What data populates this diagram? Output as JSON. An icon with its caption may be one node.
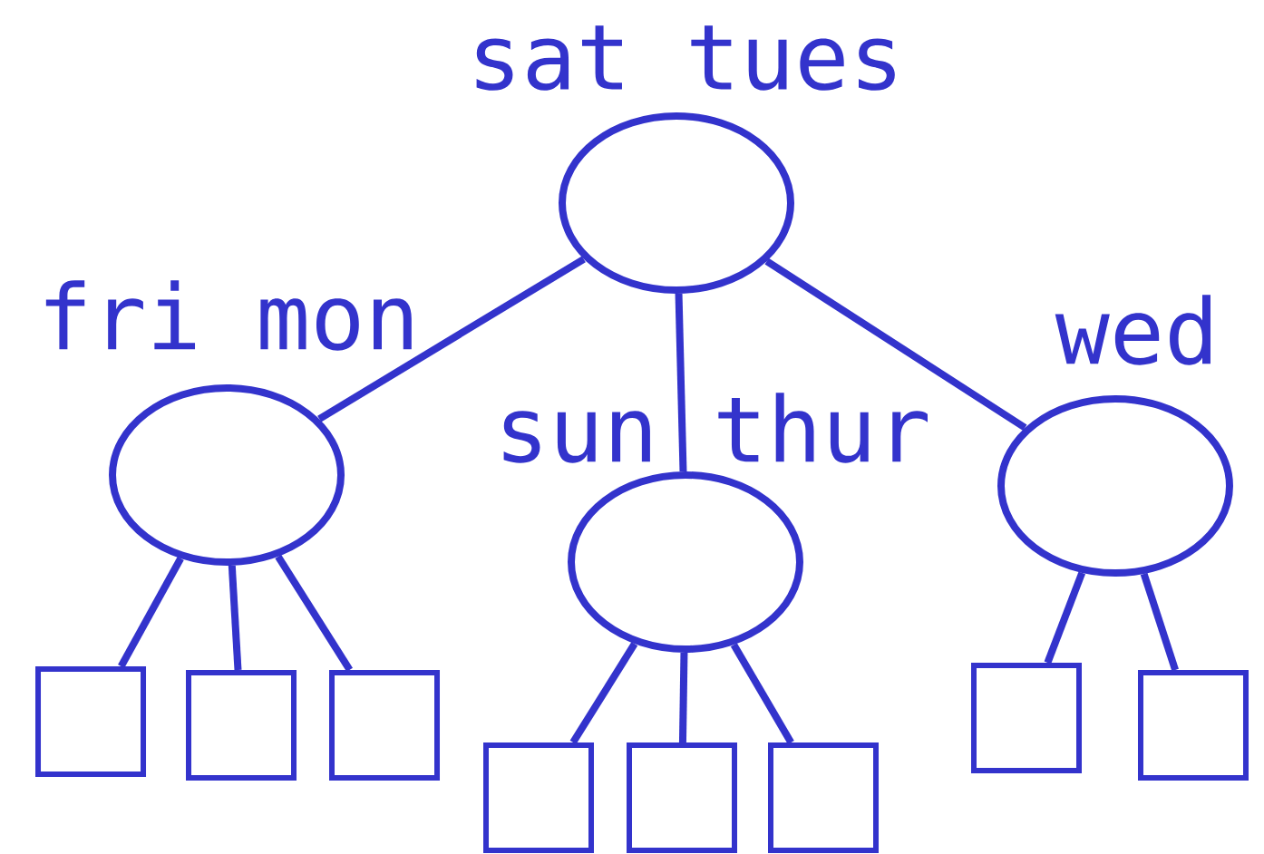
{
  "diagram": {
    "nodes": [
      {
        "text": [
          "sat tues"
        ]
      },
      {
        "text": [
          "fri mon"
        ]
      },
      {
        "text": [
          "sun thur"
        ]
      },
      {
        "text": [
          "wed"
        ]
      },
      {
        "text": [],
        "shape": "box"
      },
      {
        "text": [],
        "shape": "box"
      },
      {
        "text": [],
        "shape": "box"
      },
      {
        "text": [],
        "shape": "box"
      },
      {
        "text": [],
        "shape": "box"
      },
      {
        "text": [],
        "shape": "box"
      },
      {
        "text": [],
        "shape": "box"
      },
      {
        "text": [],
        "shape": "box"
      }
    ],
    "edges": [
      {
        "from": 0,
        "to": 1,
        "arrow": "none"
      },
      {
        "from": 0,
        "to": 2,
        "arrow": "none"
      },
      {
        "from": 0,
        "to": 3,
        "arrow": "none"
      },
      {
        "from": 1,
        "to": 4,
        "arrow": "none"
      },
      {
        "from": 1,
        "to": 5,
        "arrow": "none"
      },
      {
        "from": 1,
        "to": 6,
        "arrow": "none"
      },
      {
        "from": 2,
        "to": 7,
        "arrow": "none"
      },
      {
        "from": 2,
        "to": 8,
        "arrow": "none"
      },
      {
        "from": 2,
        "to": 9,
        "arrow": "none"
      },
      {
        "from": 3,
        "to": 10,
        "arrow": "none"
      },
      {
        "from": 3,
        "to": 11,
        "arrow": "none"
      }
    ]
  }
}
